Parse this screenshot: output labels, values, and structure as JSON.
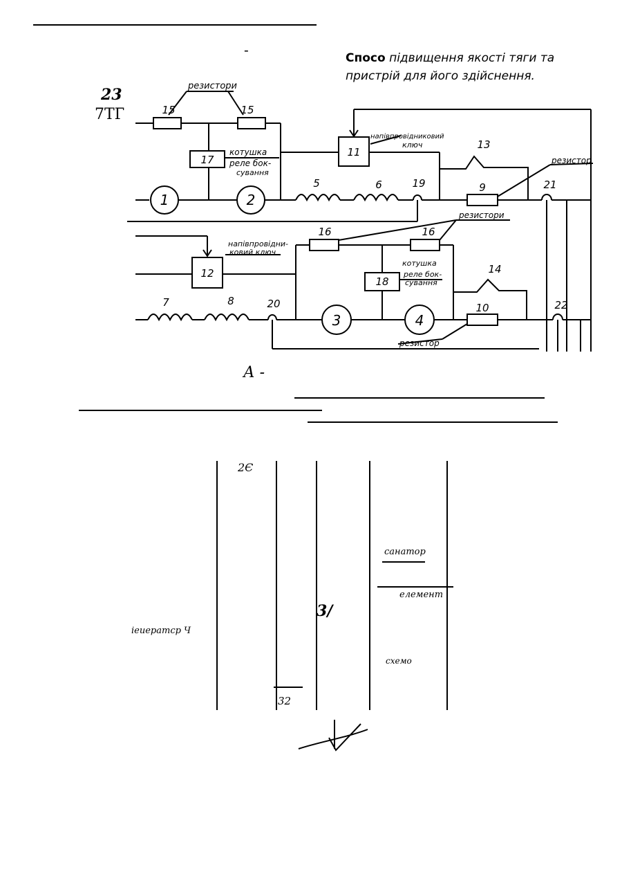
{
  "header": {
    "dash": "-",
    "title_line1_bold": "Спосо",
    "title_line1_rest": "підвищення якості тяги та",
    "title_line2": "пристрій для його здійснення."
  },
  "margin": {
    "num": "23",
    "code": "7ТГ"
  },
  "circuit": {
    "label_resistors_top": "резистори",
    "label_resistors_mid": "резистори",
    "label_resistor_right": "резистор",
    "label_resistor_bottom": "резистор",
    "label_coil_17_l1": "котушка",
    "label_coil_17_l2": "реле бок-",
    "label_coil_17_l3": "сування",
    "label_coil_18_l1": "котушка",
    "label_coil_18_l2": "реле бок-",
    "label_coil_18_l3": "сування",
    "label_key_11_l1": "напівпровідниковий",
    "label_key_11_l2": "ключ",
    "label_key_12_l1": "напівпровідни-",
    "label_key_12_l2": "ковий ключ",
    "n1": "1",
    "n2": "2",
    "n3": "3",
    "n4": "4",
    "n5": "5",
    "n6": "6",
    "n7": "7",
    "n8": "8",
    "n9": "9",
    "n10": "10",
    "n11": "11",
    "n12": "12",
    "n13": "13",
    "n14": "14",
    "n15a": "15",
    "n15b": "15",
    "n16a": "16",
    "n16b": "16",
    "n17": "17",
    "n18": "18",
    "n19": "19",
    "n20": "20",
    "n21": "21",
    "n22": "22"
  },
  "caption": "А -",
  "table": {
    "c1": "2Є",
    "c2": "3/",
    "c3": "32",
    "sanator": "санатор",
    "element": "елемент",
    "scheme": "схемо",
    "generator": "іеиератср Ч"
  }
}
